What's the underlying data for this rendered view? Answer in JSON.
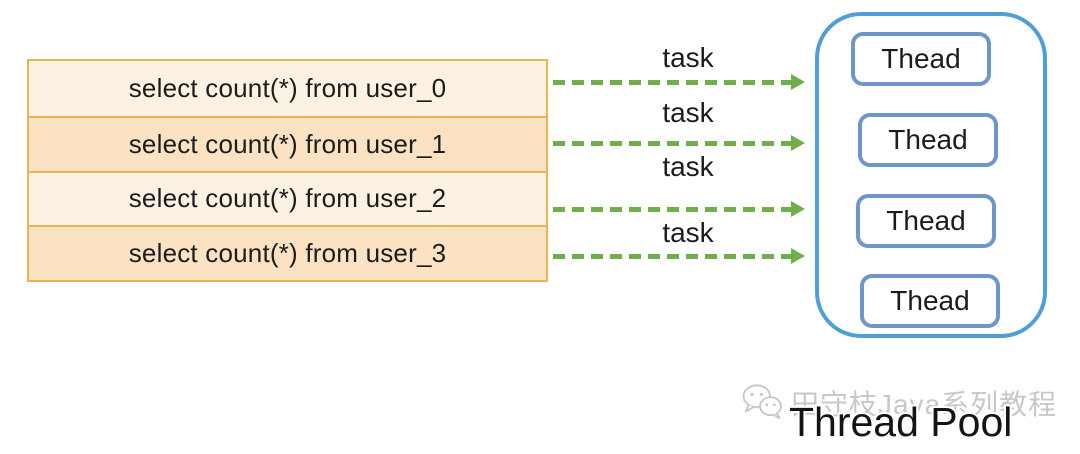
{
  "sql_box": {
    "queries": [
      "select count(*) from user_0",
      "select count(*) from user_1",
      "select count(*) from user_2",
      "select count(*) from user_3"
    ]
  },
  "arrows": {
    "labels": [
      "task",
      "task",
      "task",
      "task"
    ]
  },
  "thread_pool": {
    "threads": [
      "Thead",
      "Thead",
      "Thead",
      "Thead"
    ],
    "title": "Thread Pool"
  },
  "watermark": {
    "icon": "wechat-icon",
    "text": "田守枝Java系列教程"
  },
  "colors": {
    "table_border": "#E9B455",
    "row_light": "#FBF2E3",
    "row_dark": "#FAE2C3",
    "arrow_green": "#6FAE4A",
    "pool_border": "#4F9FD6",
    "thread_box_border": "#7095C9",
    "watermark_gray": "#C8C8C8",
    "text_black": "#1C1C1C"
  }
}
